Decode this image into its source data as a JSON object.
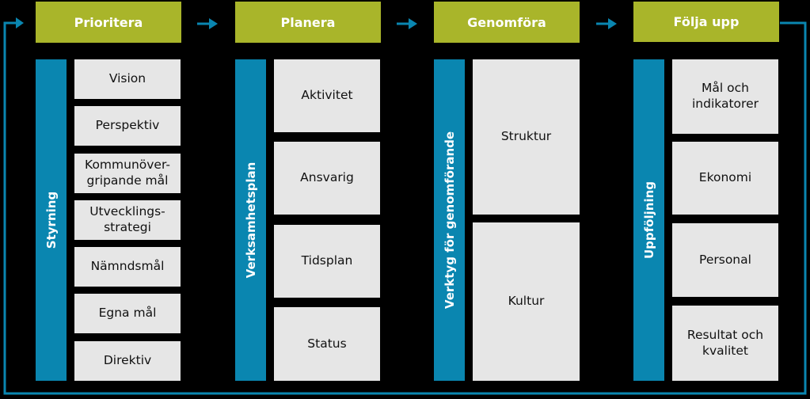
{
  "colors": {
    "header": "#a9b52a",
    "bar": "#0a86b0",
    "box": "#e6e6e6",
    "loop": "#0a86b0"
  },
  "columns": [
    {
      "header": "Prioritera",
      "bar_label": "Styrning",
      "items": [
        "Vision",
        "Perspektiv",
        "Kommunöver-\ngripande mål",
        "Utvecklings-\nstrategi",
        "Nämndsmål",
        "Egna mål",
        "Direktiv"
      ]
    },
    {
      "header": "Planera",
      "bar_label": "Verksamhetsplan",
      "items": [
        "Aktivitet",
        "Ansvarig",
        "Tidsplan",
        "Status"
      ]
    },
    {
      "header": "Genomföra",
      "bar_label": "Verktyg för genomförande",
      "items": [
        "Struktur",
        "Kultur"
      ]
    },
    {
      "header": "Följa upp",
      "bar_label": "Uppföljning",
      "items": [
        "Mål och\nindikatorer",
        "Ekonomi",
        "Personal",
        "Resultat och\nkvalitet"
      ]
    }
  ]
}
